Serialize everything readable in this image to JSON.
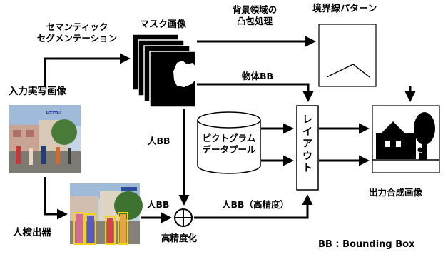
{
  "labels": {
    "semantic_seg": [
      "セマンティック",
      "セグメンテーション"
    ],
    "input_image": "入力実写画像",
    "mask_image": "マスク画像",
    "convex_hull": [
      "背景領域の",
      "凸包処理"
    ],
    "boundary_pattern": "境界線パターン",
    "object_bb": "物体BB",
    "person_bb_upper": "人BB",
    "pictogram_pool": [
      "ピクトグラム",
      "データプール"
    ],
    "layout": [
      "レ",
      "イ",
      "ア",
      "ウ",
      "ト"
    ],
    "output_image": "出力合成画像",
    "person_bb_lower": "人BB",
    "person_bb_hq": "人BB（高精度）",
    "person_detector": "人検出器",
    "refinement": "高精度化",
    "bb_legend": "BB : Bounding Box"
  },
  "photo_sign_text": "Sedan St"
}
